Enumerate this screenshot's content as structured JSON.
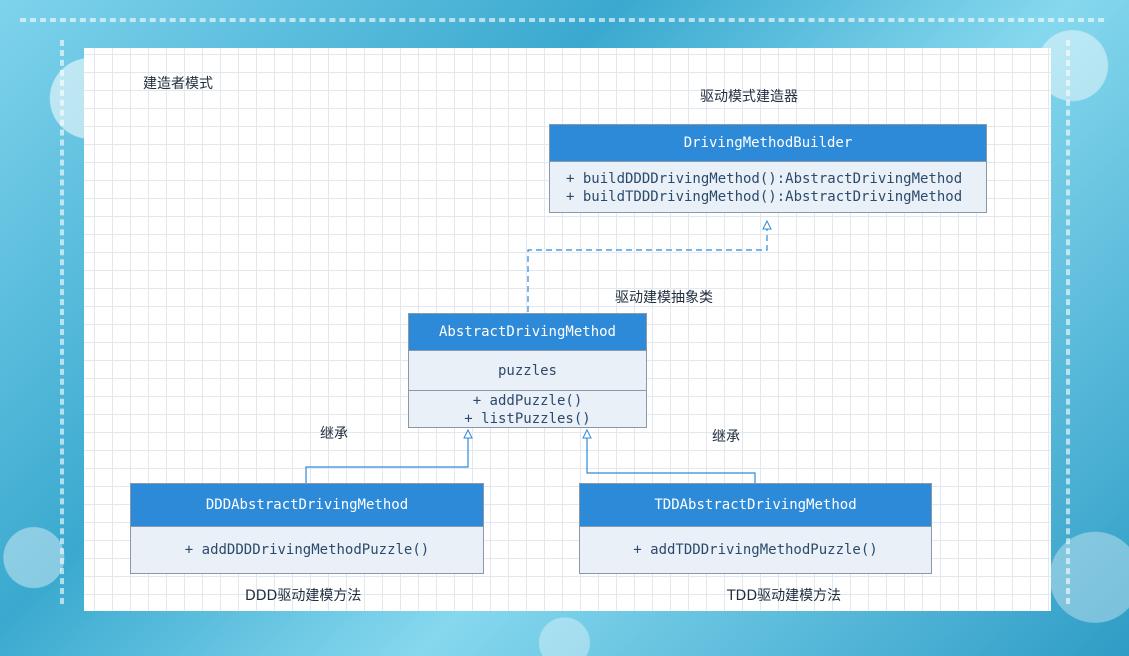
{
  "diagram": {
    "title": "建造者模式",
    "labels": {
      "builder_note": "驱动模式建造器",
      "abstract_note": "驱动建模抽象类",
      "inherit_left": "继承",
      "inherit_right": "继承",
      "ddd_note": "DDD驱动建模方法",
      "tdd_note": "TDD驱动建模方法"
    },
    "classes": {
      "builder": {
        "name": "DrivingMethodBuilder",
        "methods": [
          "+ buildDDDDrivingMethod():AbstractDrivingMethod",
          "+ buildTDDDrivingMethod():AbstractDrivingMethod"
        ]
      },
      "abstract": {
        "name": "AbstractDrivingMethod",
        "attributes": [
          "puzzles"
        ],
        "methods": [
          "+ addPuzzle()",
          "+ listPuzzles()"
        ]
      },
      "ddd": {
        "name": "DDDAbstractDrivingMethod",
        "methods": [
          "+ addDDDDrivingMethodPuzzle()"
        ]
      },
      "tdd": {
        "name": "TDDAbstractDrivingMethod",
        "methods": [
          "+ addTDDDrivingMethodPuzzle()"
        ]
      }
    },
    "colors": {
      "header": "#2d8ad9",
      "body": "#e9f0f8",
      "border": "#8a98a8",
      "connector": "#2d8ad9"
    }
  }
}
